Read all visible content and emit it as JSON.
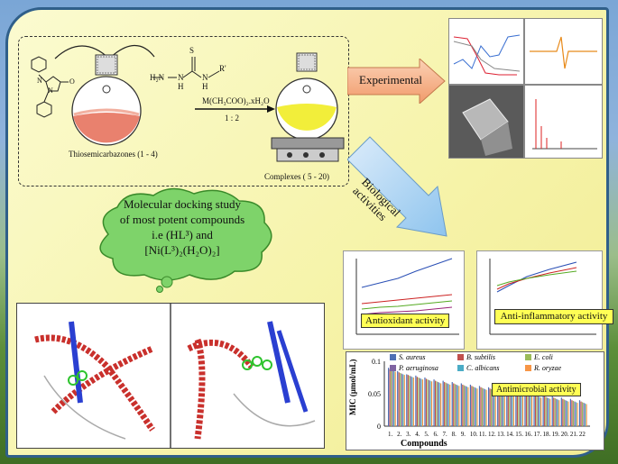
{
  "scheme": {
    "ligand_label": "Thiosemicarbazones (1 - 4)",
    "reagent_formula": "H₂N",
    "thio_s": "S",
    "nh1": "N",
    "h1": "H",
    "nh2": "N",
    "h2": "H",
    "r_group": "R'",
    "ring_n": "N",
    "ring_n2": "N",
    "oxygen": "O",
    "metal_salt": "M(CH₃COO)₂.xH₂O",
    "ratio": "1 : 2",
    "complex_label": "Complexes ( 5 - 20)"
  },
  "arrows": {
    "experimental": "Experimental",
    "biological": "Biological activities"
  },
  "docking": {
    "line1": "Molecular docking study",
    "line2": "of most potent compounds",
    "line3": "i.e (HL³) and",
    "line4": "[Ni(L³)₂(H₂O)₂]"
  },
  "activities": {
    "antioxidant": "Antioxidant activity",
    "antiinflammatory": "Anti-inflammatory activity",
    "antimicrobial": "Antimicrobial activity"
  },
  "mic_chart": {
    "ylabel": "MIC (µmol/mL)",
    "xlabel": "Compounds",
    "yticks": [
      "0",
      "0.05",
      "0.1"
    ],
    "xticks": [
      "1.",
      "2.",
      "3.",
      "4.",
      "5.",
      "6.",
      "7.",
      "8.",
      "9.",
      "10.",
      "11.",
      "12.",
      "13.",
      "14.",
      "15.",
      "16.",
      "17.",
      "18.",
      "19.",
      "20.",
      "21.",
      "22"
    ],
    "legend": [
      "S. aureus",
      "B. subtilis",
      "E. coli",
      "P. aeruginosa",
      "C. albicans",
      "R. oryzae"
    ]
  },
  "chart_data": {
    "type": "bar",
    "xlabel": "Compounds",
    "ylabel": "MIC (µmol/mL)",
    "categories": [
      "1",
      "2",
      "3",
      "4",
      "5",
      "6",
      "7",
      "8",
      "9",
      "10",
      "11",
      "12",
      "13",
      "14",
      "15",
      "16",
      "17",
      "18",
      "19",
      "20",
      "21",
      "22"
    ],
    "ylim": [
      0,
      0.1
    ],
    "series": [
      {
        "name": "S. aureus",
        "values": [
          0.09,
          0.085,
          0.08,
          0.078,
          0.075,
          0.072,
          0.07,
          0.068,
          0.066,
          0.064,
          0.062,
          0.06,
          0.058,
          0.056,
          0.054,
          0.052,
          0.05,
          0.048,
          0.046,
          0.044,
          0.042,
          0.04
        ]
      },
      {
        "name": "B. subtilis",
        "values": [
          0.088,
          0.083,
          0.079,
          0.076,
          0.073,
          0.07,
          0.068,
          0.066,
          0.064,
          0.062,
          0.06,
          0.058,
          0.056,
          0.054,
          0.052,
          0.05,
          0.048,
          0.046,
          0.044,
          0.042,
          0.04,
          0.038
        ]
      },
      {
        "name": "E. coli",
        "values": [
          0.087,
          0.082,
          0.078,
          0.075,
          0.072,
          0.069,
          0.067,
          0.065,
          0.063,
          0.061,
          0.059,
          0.057,
          0.055,
          0.053,
          0.051,
          0.049,
          0.047,
          0.045,
          0.043,
          0.041,
          0.039,
          0.037
        ]
      },
      {
        "name": "P. aeruginosa",
        "values": [
          0.086,
          0.081,
          0.077,
          0.074,
          0.071,
          0.068,
          0.066,
          0.064,
          0.062,
          0.06,
          0.058,
          0.056,
          0.054,
          0.052,
          0.05,
          0.048,
          0.046,
          0.044,
          0.042,
          0.04,
          0.038,
          0.036
        ]
      },
      {
        "name": "C. albicans",
        "values": [
          0.085,
          0.08,
          0.076,
          0.073,
          0.07,
          0.067,
          0.065,
          0.063,
          0.061,
          0.059,
          0.057,
          0.055,
          0.053,
          0.051,
          0.049,
          0.047,
          0.045,
          0.043,
          0.041,
          0.039,
          0.037,
          0.035
        ]
      },
      {
        "name": "R. oryzae",
        "values": [
          0.084,
          0.079,
          0.075,
          0.072,
          0.069,
          0.066,
          0.064,
          0.062,
          0.06,
          0.058,
          0.056,
          0.054,
          0.052,
          0.05,
          0.048,
          0.046,
          0.044,
          0.042,
          0.04,
          0.038,
          0.036,
          0.034
        ]
      }
    ],
    "colors": [
      "#4f6fb5",
      "#c0504d",
      "#9bbb59",
      "#8064a2",
      "#4bacc6",
      "#f79646"
    ]
  }
}
